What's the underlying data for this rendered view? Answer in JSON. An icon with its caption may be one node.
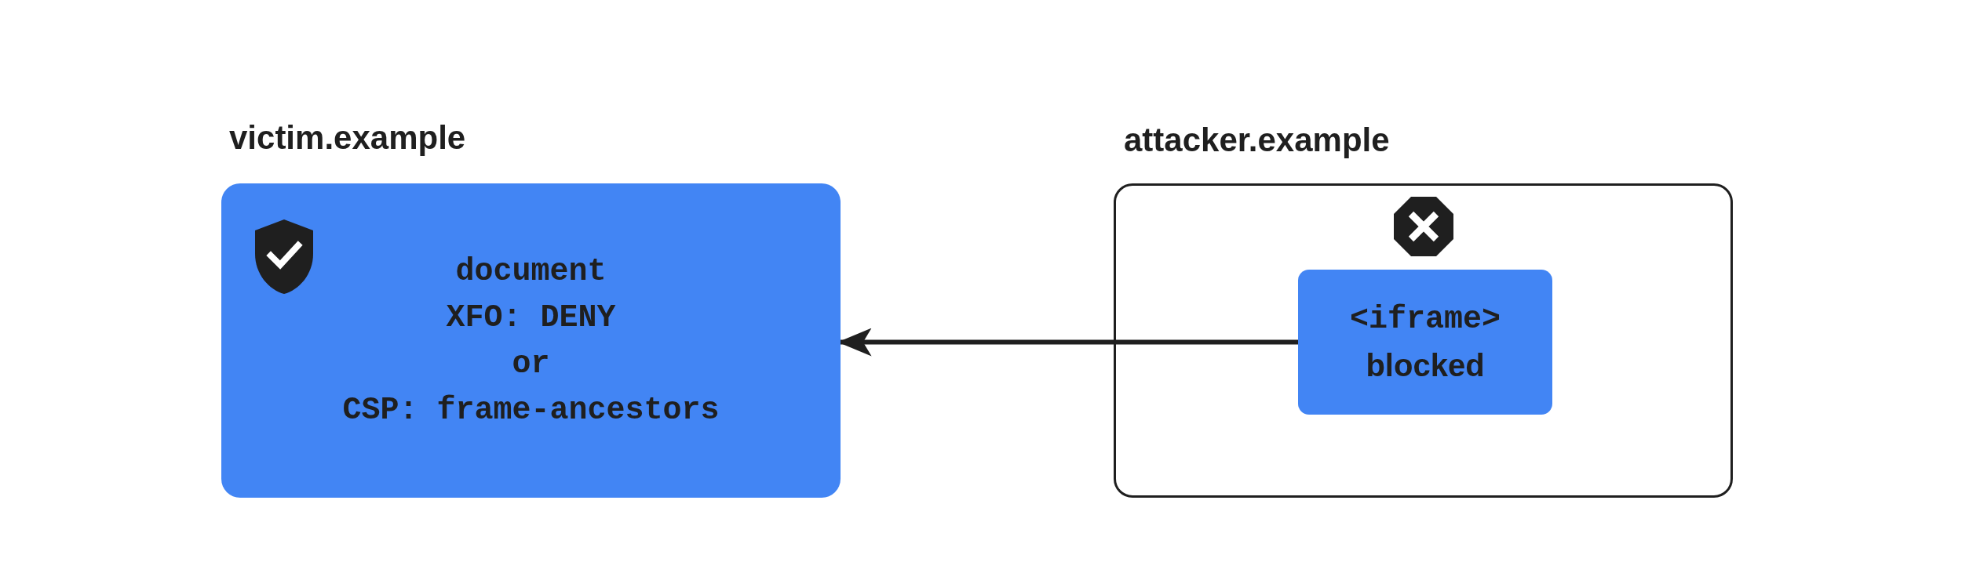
{
  "diagram": {
    "nodes": [
      {
        "text": [
          "victim.example",
          "document",
          "XFO: DENY",
          "or",
          "CSP: frame-ancestors"
        ]
      },
      {
        "text": [
          "attacker.example"
        ]
      },
      {
        "text": [
          "<iframe>",
          "blocked"
        ],
        "in": 1
      }
    ],
    "edges": [
      {
        "from": 2,
        "to": 0,
        "arrow": "to"
      }
    ]
  }
}
